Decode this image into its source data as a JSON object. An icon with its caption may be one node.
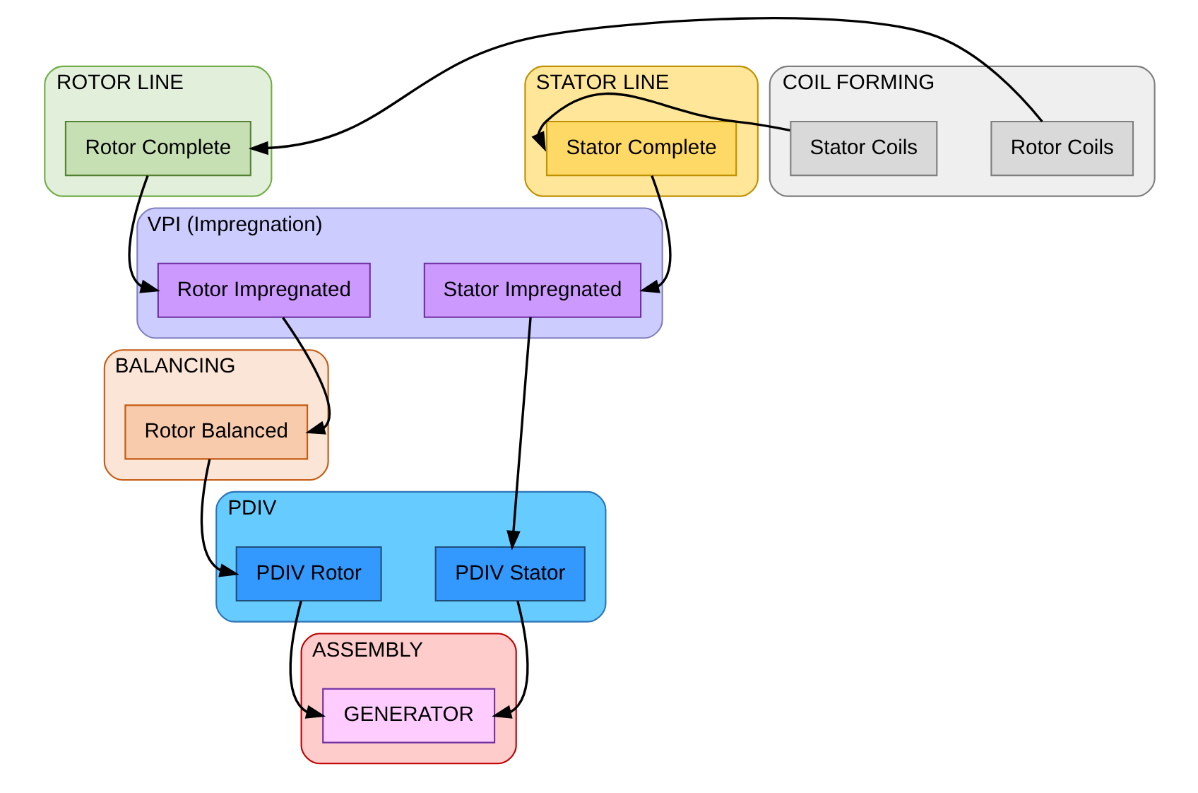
{
  "diagram": {
    "nodes": [
      {
        "text": [
          "COIL FORMING"
        ]
      },
      {
        "text": [
          "Rotor Coils"
        ],
        "in": 0
      },
      {
        "text": [
          "Stator Coils"
        ],
        "in": 0
      },
      {
        "text": [
          "ROTOR LINE"
        ]
      },
      {
        "text": [
          "Rotor Complete"
        ],
        "in": 3
      },
      {
        "text": [
          "STATOR LINE"
        ]
      },
      {
        "text": [
          "Stator Complete"
        ],
        "in": 5
      },
      {
        "text": [
          "VPI (Impregnation)"
        ]
      },
      {
        "text": [
          "Rotor Impregnated"
        ],
        "in": 7
      },
      {
        "text": [
          "Stator Impregnated"
        ],
        "in": 7
      },
      {
        "text": [
          "BALANCING"
        ]
      },
      {
        "text": [
          "Rotor Balanced"
        ],
        "in": 10
      },
      {
        "text": [
          "PDIV"
        ]
      },
      {
        "text": [
          "PDIV Rotor"
        ],
        "in": 12
      },
      {
        "text": [
          "PDIV Stator"
        ],
        "in": 12
      },
      {
        "text": [
          "ASSEMBLY"
        ]
      },
      {
        "text": [
          "GENERATOR"
        ],
        "in": 15
      }
    ],
    "edges": [
      {
        "from": 1,
        "to": 4,
        "arrow": "to"
      },
      {
        "from": 2,
        "to": 6,
        "arrow": "to"
      },
      {
        "from": 4,
        "to": 8,
        "arrow": "to"
      },
      {
        "from": 6,
        "to": 9,
        "arrow": "to"
      },
      {
        "from": 8,
        "to": 11,
        "arrow": "to"
      },
      {
        "from": 11,
        "to": 13,
        "arrow": "to"
      },
      {
        "from": 9,
        "to": 14,
        "arrow": "to"
      },
      {
        "from": 13,
        "to": 16,
        "arrow": "to"
      },
      {
        "from": 14,
        "to": 16,
        "arrow": "to"
      }
    ]
  }
}
